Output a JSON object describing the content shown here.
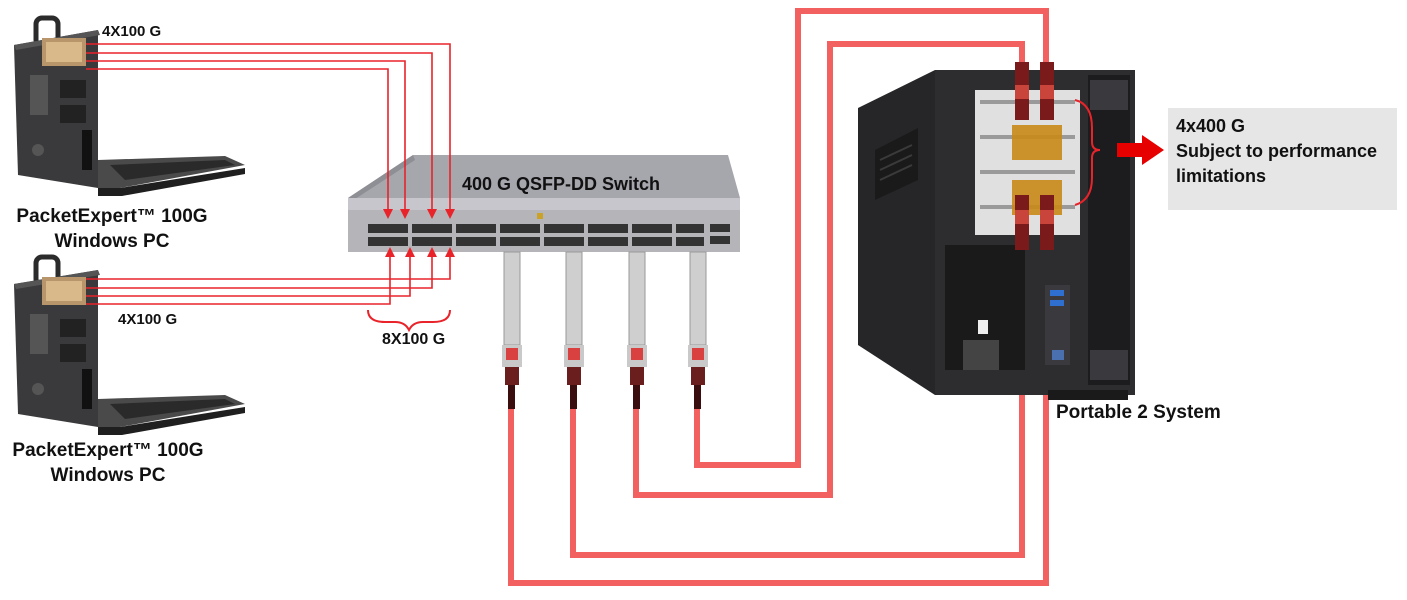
{
  "labels": {
    "top_link": "4X100 G",
    "bottom_link": "4X100 G",
    "switch_bundle": "8X100 G",
    "switch_name": "400 G QSFP-DD Switch",
    "system_name": "Portable 2 System"
  },
  "devices": [
    {
      "line1": "PacketExpert™ 100G",
      "line2": "Windows PC"
    },
    {
      "line1": "PacketExpert™ 100G",
      "line2": "Windows PC"
    }
  ],
  "note": {
    "line1": "4x400 G",
    "line2": "Subject to performance",
    "line3": "limitations"
  },
  "colors": {
    "thin_link": "#e8232a",
    "thick_cable": "#f26060",
    "arrow": "#e60000",
    "note_bg": "#e6e6e6"
  }
}
